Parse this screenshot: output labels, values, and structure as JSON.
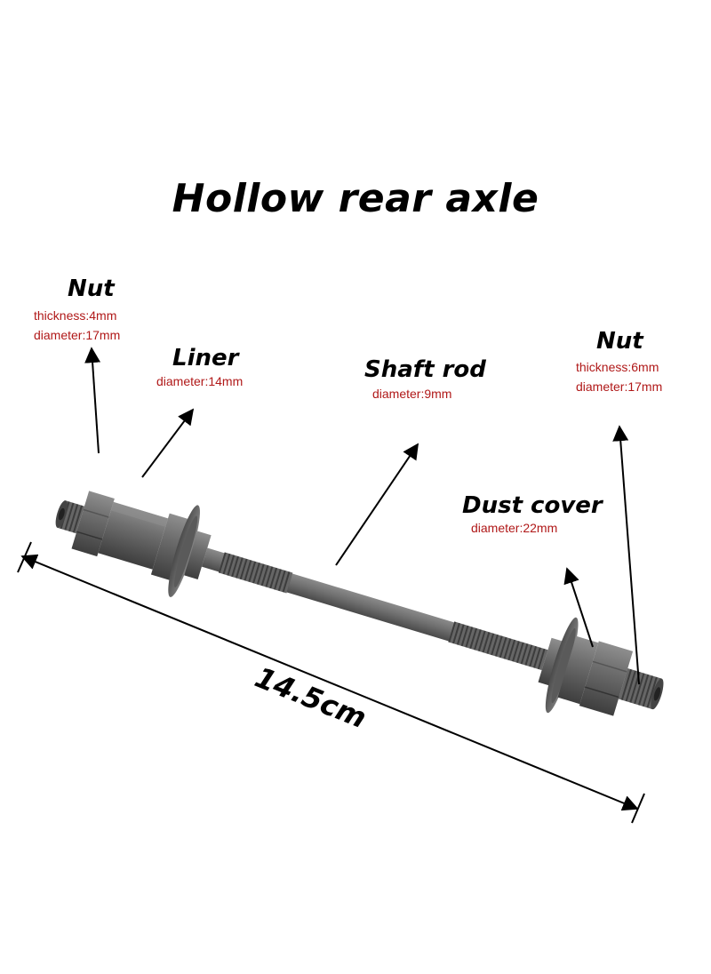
{
  "title": "Hollow rear axle",
  "parts": {
    "left_nut": {
      "name": "Nut",
      "thickness": "thickness:4mm",
      "diameter": "diameter:17mm"
    },
    "liner": {
      "name": "Liner",
      "diameter": "diameter:14mm"
    },
    "shaft_rod": {
      "name": "Shaft rod",
      "diameter": "diameter:9mm"
    },
    "right_nut": {
      "name": "Nut",
      "thickness": "thickness:6mm",
      "diameter": "diameter:17mm"
    },
    "dust_cover": {
      "name": "Dust cover",
      "diameter": "diameter:22mm"
    }
  },
  "dimension": {
    "length": "14.5cm"
  },
  "colors": {
    "spec_text": "#b01818",
    "metal": "#6d6d6d",
    "metal_dark": "#3a3a3a"
  }
}
